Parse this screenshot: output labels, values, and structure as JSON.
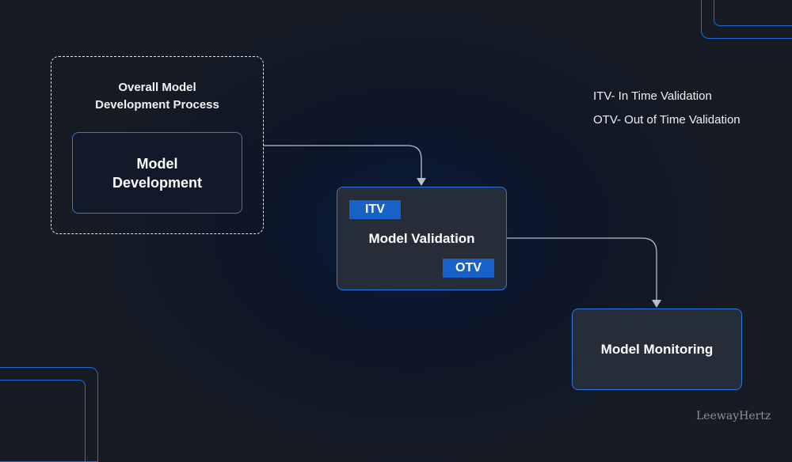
{
  "group": {
    "title": "Overall Model\nDevelopment Process"
  },
  "nodes": {
    "development": "Model\nDevelopment",
    "validation": "Model Validation",
    "monitoring": "Model Monitoring"
  },
  "tags": {
    "itv": "ITV",
    "otv": "OTV"
  },
  "legend": [
    "ITV- In Time Validation",
    "OTV- Out of Time Validation"
  ],
  "watermark": "LeewayHertz",
  "colors": {
    "accent_blue": "#2f78e0",
    "tag_blue": "#1761c9",
    "node_fill": "#262c38",
    "connector": "#b9bec7"
  }
}
